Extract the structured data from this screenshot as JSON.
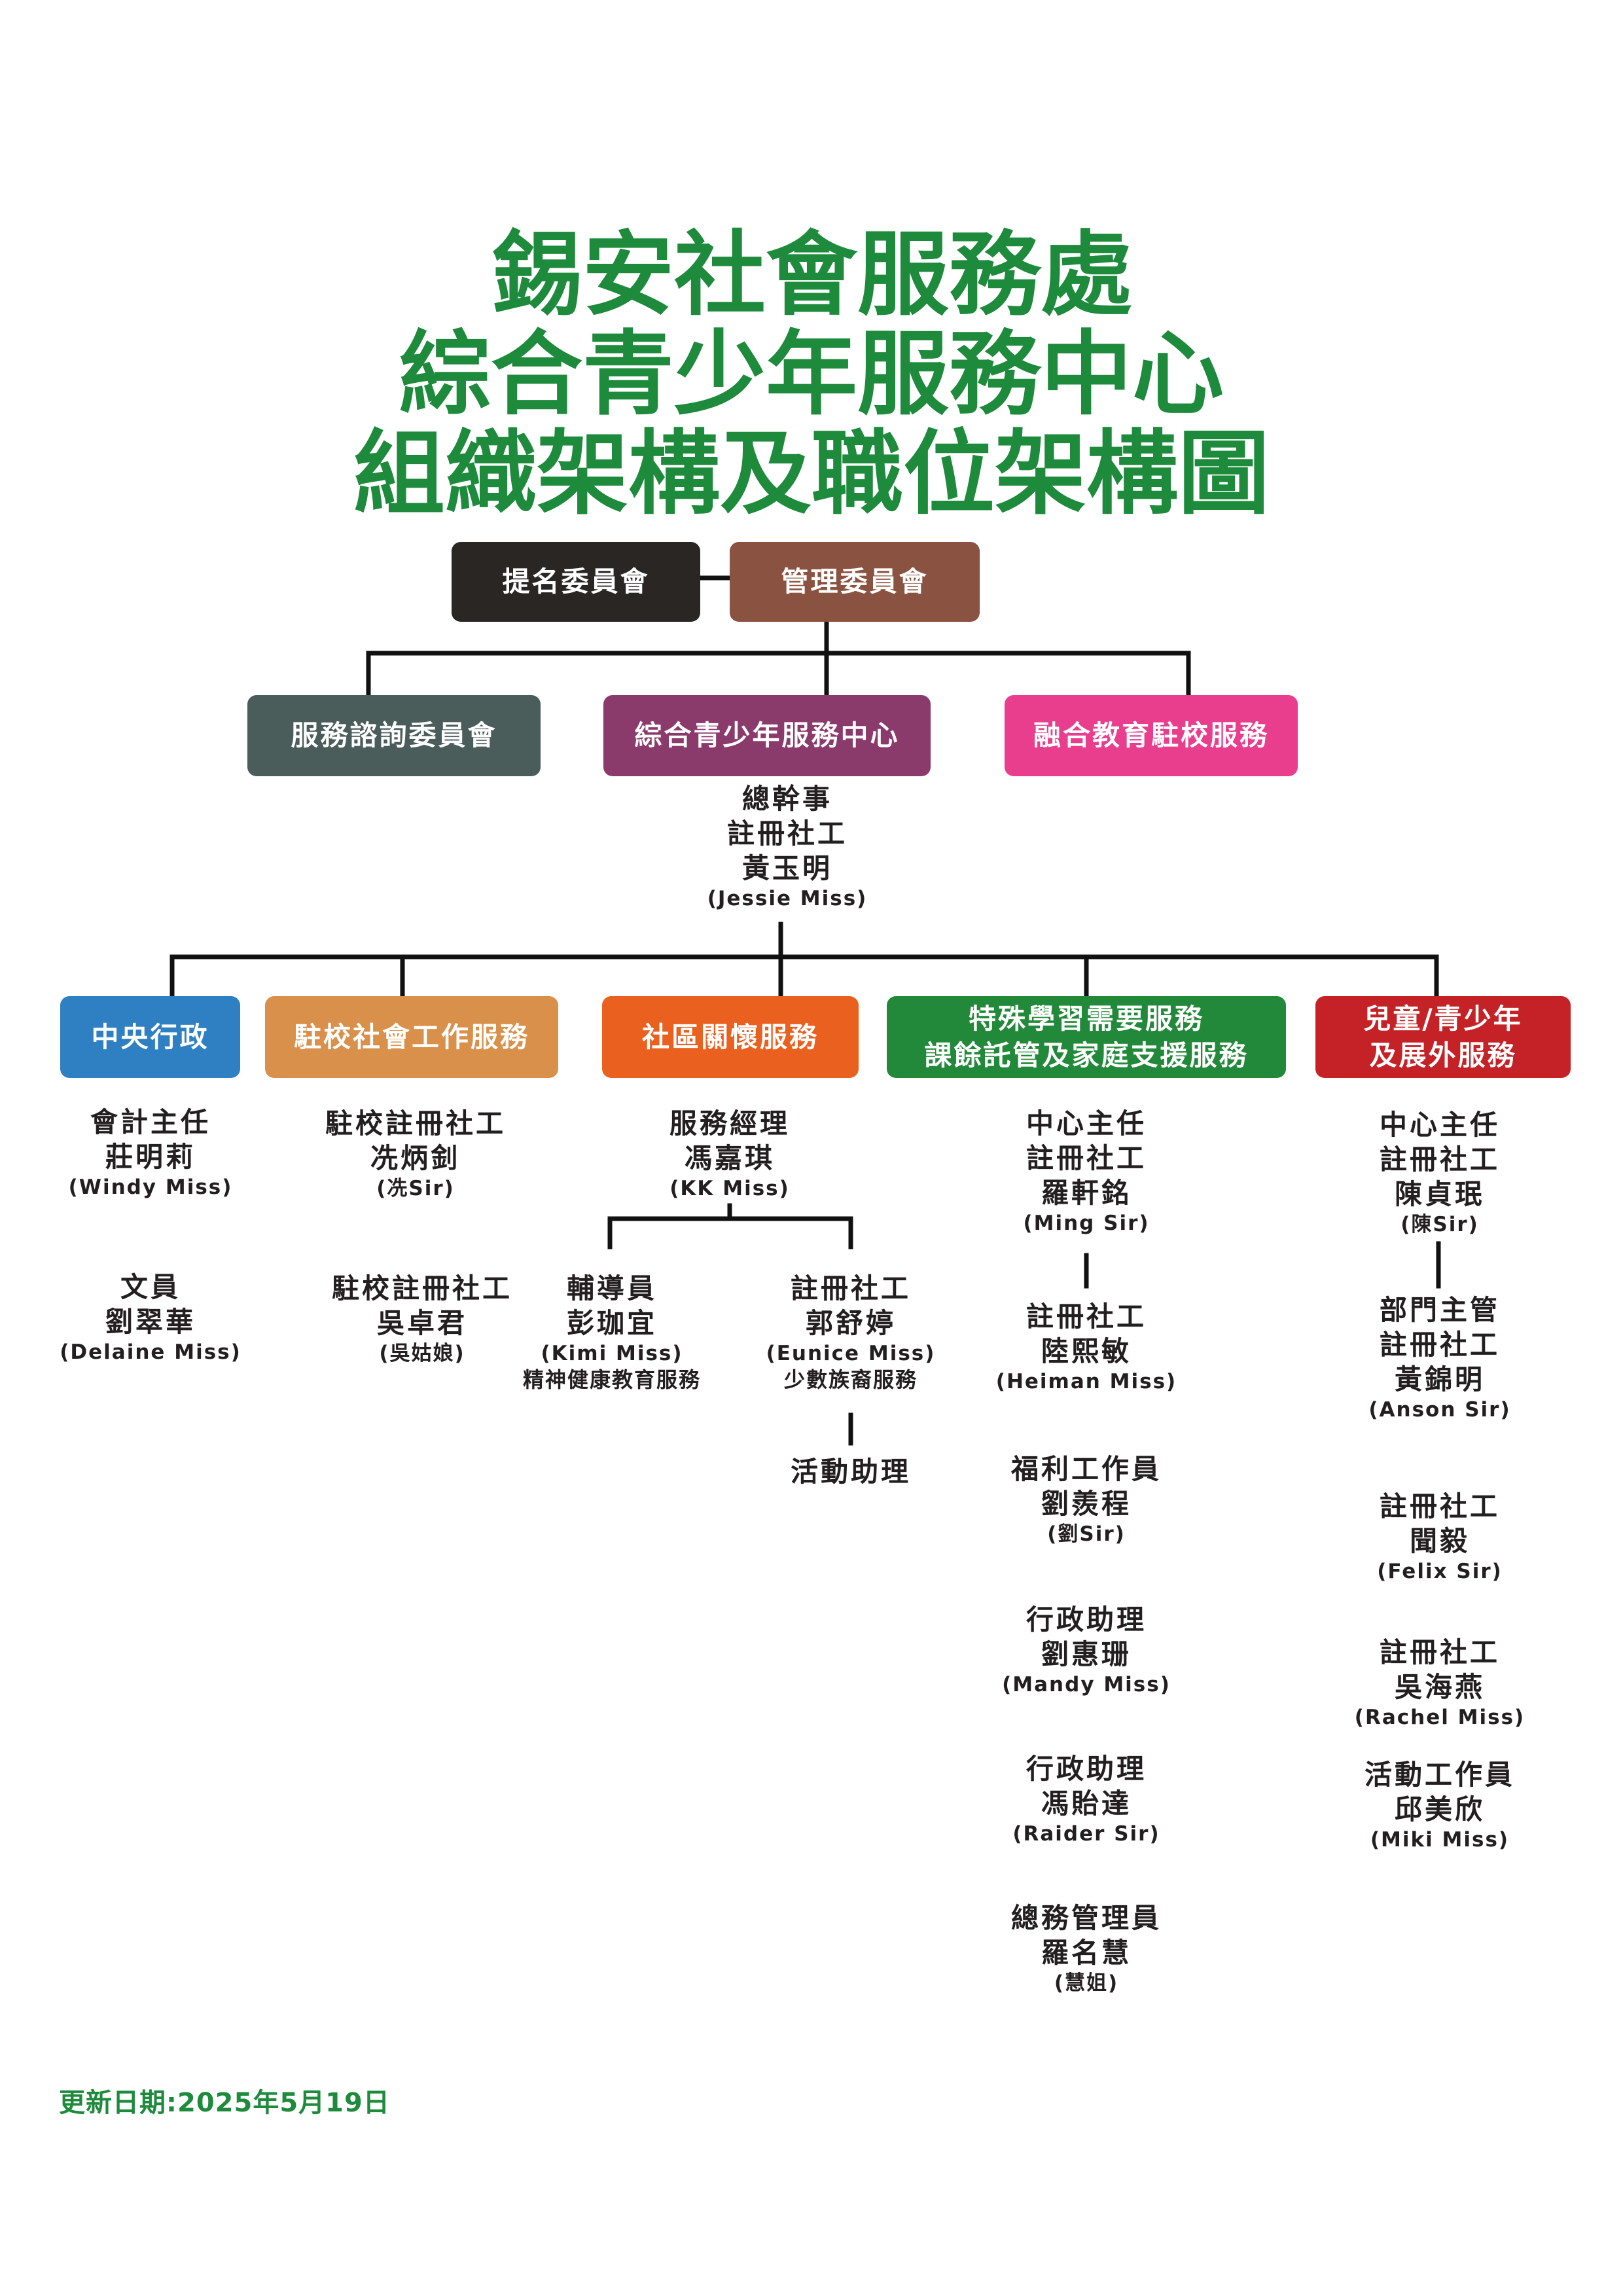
{
  "title": {
    "line1": "錫安社會服務處",
    "line2": "綜合青少年服務中心",
    "line3": "組織架構及職位架構圖"
  },
  "boxes": {
    "nomination": "提名委員會",
    "management": "管理委員會",
    "advisory": "服務諮詢委員會",
    "centre": "綜合青少年服務中心",
    "inclusive": "融合教育駐校服務",
    "admin": "中央行政",
    "school_sw": "駐校社會工作服務",
    "community": "社區關懷服務",
    "sen_line1": "特殊學習需要服務",
    "sen_line2": "課餘託管及家庭支援服務",
    "children_line1": "兒童/青少年",
    "children_line2": "及展外服務"
  },
  "colors": {
    "title_green": "#1e8a3c",
    "nomination": "#2a2624",
    "management": "#8a5240",
    "advisory": "#4a5d5b",
    "centre": "#8b3a6c",
    "inclusive": "#e93d8e",
    "admin": "#2f80c3",
    "school_sw": "#d9904a",
    "community": "#e9601f",
    "sen": "#23893a",
    "children": "#c42227",
    "line": "#111111"
  },
  "director": {
    "l1": "總幹事",
    "l2": "註冊社工",
    "l3": "黃玉明",
    "l4": "(Jessie Miss)"
  },
  "admin_staff": [
    {
      "l1": "會計主任",
      "l2": "莊明莉",
      "l3": "(Windy Miss)"
    },
    {
      "l1": "文員",
      "l2": "劉翠華",
      "l3": "(Delaine Miss)"
    }
  ],
  "school_staff": [
    {
      "l1": "駐校註冊社工",
      "l2": "冼炳釗",
      "l3": "(冼Sir)"
    },
    {
      "l1": "駐校註冊社工",
      "l2": "吳卓君",
      "l3": "(吳姑娘)"
    }
  ],
  "community_staff": {
    "manager": {
      "l1": "服務經理",
      "l2": "馮嘉琪",
      "l3": "(KK Miss)"
    },
    "counselor": {
      "l1": "輔導員",
      "l2": "彭珈宜",
      "l3": "(Kimi Miss)",
      "l4": "精神健康教育服務"
    },
    "sw": {
      "l1": "註冊社工",
      "l2": "郭舒婷",
      "l3": "(Eunice Miss)",
      "l4": "少數族裔服務"
    },
    "assistant": {
      "l1": "活動助理"
    }
  },
  "sen_staff": [
    {
      "l1": "中心主任",
      "l2": "註冊社工",
      "l3": "羅軒銘",
      "l4": "(Ming Sir)"
    },
    {
      "l1": "註冊社工",
      "l2": "陸熙敏",
      "l3": "(Heiman Miss)"
    },
    {
      "l1": "福利工作員",
      "l2": "劉羨程",
      "l3": "(劉Sir)"
    },
    {
      "l1": "行政助理",
      "l2": "劉惠珊",
      "l3": "(Mandy Miss)"
    },
    {
      "l1": "行政助理",
      "l2": "馮貽達",
      "l3": "(Raider Sir)"
    },
    {
      "l1": "總務管理員",
      "l2": "羅名慧",
      "l3": "(慧姐)"
    }
  ],
  "children_staff": [
    {
      "l1": "中心主任",
      "l2": "註冊社工",
      "l3": "陳貞珉",
      "l4": "(陳Sir)"
    },
    {
      "l1": "部門主管",
      "l2": "註冊社工",
      "l3": "黃錦明",
      "l4": "(Anson Sir)"
    },
    {
      "l1": "註冊社工",
      "l2": "聞毅",
      "l3": "(Felix Sir)"
    },
    {
      "l1": "註冊社工",
      "l2": "吳海燕",
      "l3": "(Rachel Miss)"
    },
    {
      "l1": "活動工作員",
      "l2": "邱美欣",
      "l3": "(Miki Miss)"
    }
  ],
  "updated": "更新日期:2025年5月19日"
}
